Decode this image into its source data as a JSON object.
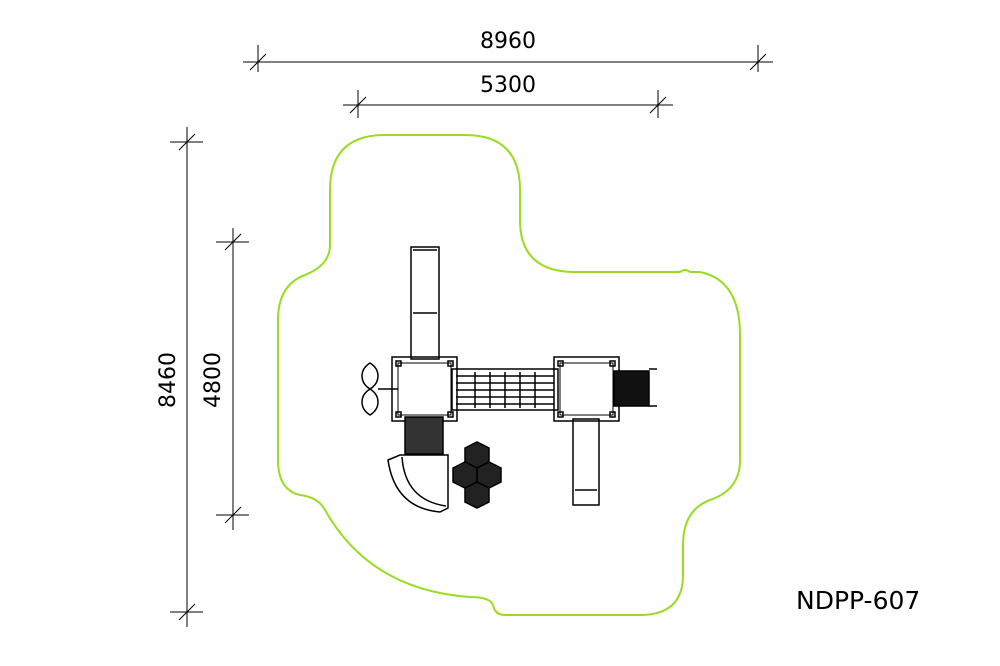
{
  "dimensions": {
    "overall_width": "8960",
    "structure_width": "5300",
    "overall_depth": "8460",
    "structure_depth": "4800"
  },
  "model_code": "NDPP-607",
  "colors": {
    "safety_zone": "#99dd22",
    "lines": "#000000"
  }
}
